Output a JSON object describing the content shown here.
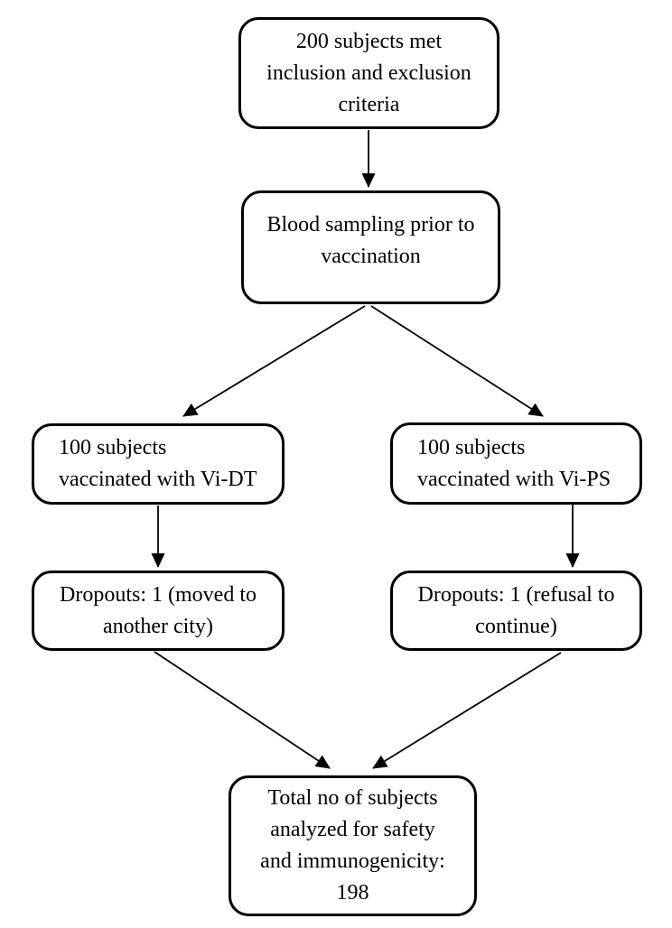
{
  "diagram_type": "flowchart",
  "colors": {
    "background": "#ffffff",
    "box_fill": "#ffffff",
    "box_border": "#000000",
    "text": "#000000",
    "arrow": "#000000"
  },
  "nodes": {
    "enrollment": {
      "text": "200 subjects met\ninclusion and exclusion\ncriteria"
    },
    "blood_sampling": {
      "text": "Blood sampling prior to\nvaccination"
    },
    "vi_dt": {
      "text": "100 subjects\nvaccinated with Vi-DT"
    },
    "vi_ps": {
      "text": "100 subjects\nvaccinated with Vi-PS"
    },
    "dropout_vi_dt": {
      "text": "Dropouts: 1 (moved to\nanother city)"
    },
    "dropout_vi_ps": {
      "text": "Dropouts: 1 (refusal to\ncontinue)"
    },
    "total": {
      "text": "Total no of subjects\nanalyzed for safety\nand immunogenicity:\n198"
    }
  },
  "edges": [
    {
      "from": "enrollment",
      "to": "blood_sampling"
    },
    {
      "from": "blood_sampling",
      "to": "vi_dt"
    },
    {
      "from": "blood_sampling",
      "to": "vi_ps"
    },
    {
      "from": "vi_dt",
      "to": "dropout_vi_dt"
    },
    {
      "from": "vi_ps",
      "to": "dropout_vi_ps"
    },
    {
      "from": "dropout_vi_dt",
      "to": "total"
    },
    {
      "from": "dropout_vi_ps",
      "to": "total"
    }
  ]
}
